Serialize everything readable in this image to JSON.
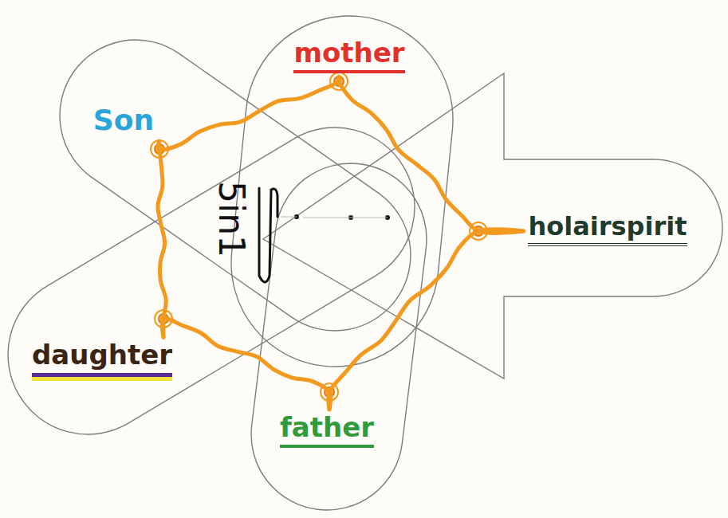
{
  "diagram": {
    "nodes": [
      {
        "text": [
          "mother"
        ]
      },
      {
        "text": [
          "Son"
        ]
      },
      {
        "text": [
          "holairspirit"
        ]
      },
      {
        "text": [
          "daughter"
        ]
      },
      {
        "text": [
          "father"
        ]
      }
    ],
    "edges": [
      {
        "from": 0,
        "to": 2,
        "arrow": "none"
      },
      {
        "from": 2,
        "to": 4,
        "arrow": "none"
      },
      {
        "from": 4,
        "to": 3,
        "arrow": "none"
      },
      {
        "from": 3,
        "to": 1,
        "arrow": "none"
      },
      {
        "from": 1,
        "to": 0,
        "arrow": "none"
      }
    ],
    "labels": [
      "5in1"
    ]
  }
}
